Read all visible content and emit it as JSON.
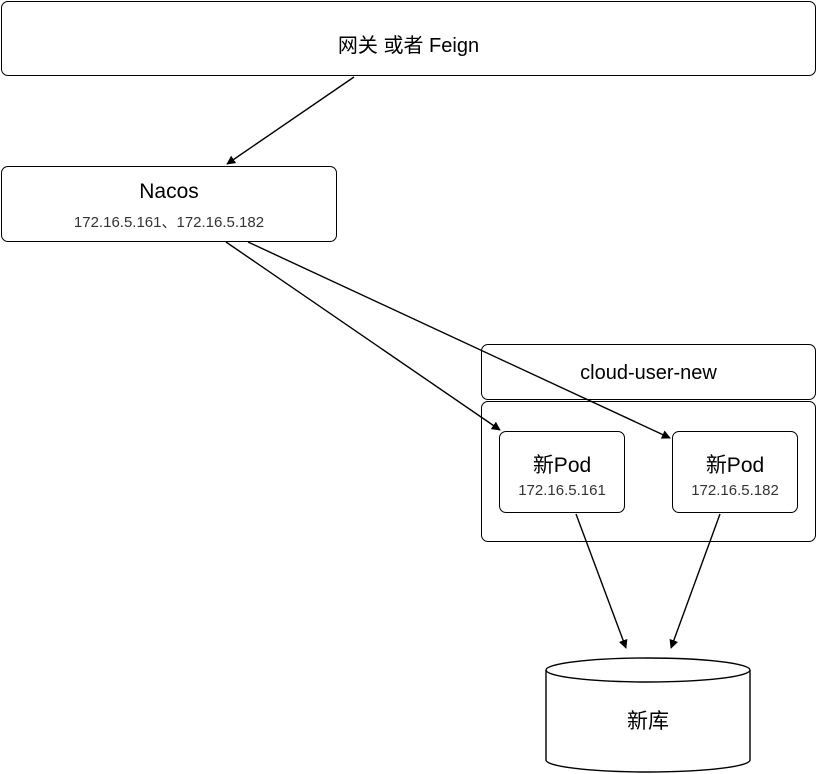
{
  "gateway": {
    "label": "网关 或者 Feign"
  },
  "nacos": {
    "label": "Nacos",
    "ips": "172.16.5.161、172.16.5.182"
  },
  "service": {
    "label": "cloud-user-new"
  },
  "pods": [
    {
      "label": "新Pod",
      "ip": "172.16.5.161"
    },
    {
      "label": "新Pod",
      "ip": "172.16.5.182"
    }
  ],
  "database": {
    "label": "新库"
  }
}
